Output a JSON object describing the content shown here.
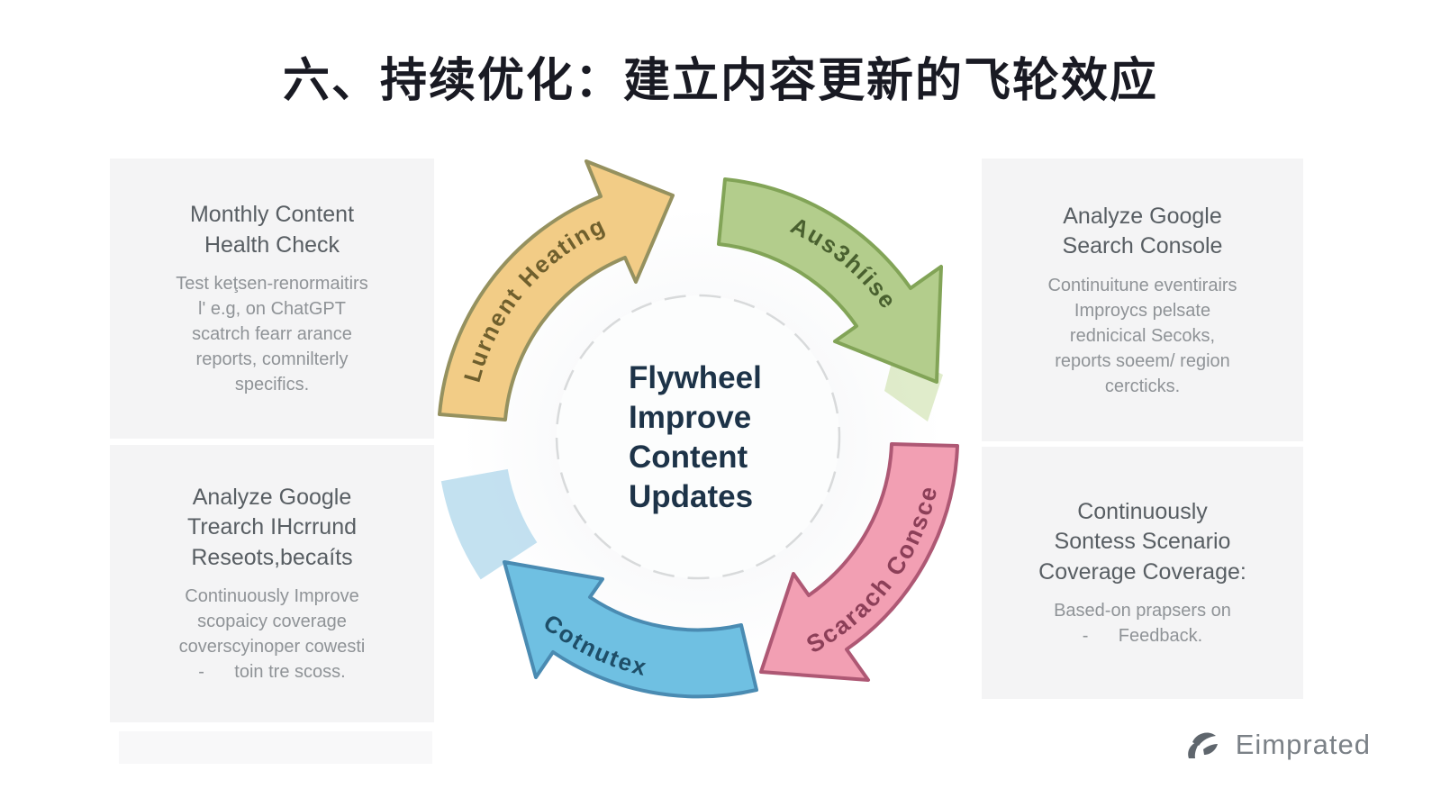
{
  "title": "六、持续优化：建立内容更新的飞轮效应",
  "center": {
    "label": "Flywheel\nImprove\nContent\nUpdates"
  },
  "panels": {
    "top_left": {
      "heading": "Monthly Content\nHealth Check",
      "body": "Test keţsen-renormaitirs\nl' e.g, on ChatGPT\nscatrch fearr arance\nreports, comnilterly\nspecifics."
    },
    "top_right": {
      "heading": "Analyze Google\nSearch Console",
      "body": "Continuitune eventirairs\nImproycs pelsate\nrednicical Secoks,\nreports soeem/ region\ncercticks."
    },
    "bottom_left": {
      "heading": "Analyze Google\nTrearch IHcrrund\nReseots,becaíts",
      "body": "Continuously Improve\nscopaicy coverage\ncoverscyinoper cowesti\n-      toin tre scoss."
    },
    "bottom_right": {
      "heading": "Continuously\nSontess Scenario\nCoverage Coverage:",
      "body": "Based-on prapsers on\n-      Feedback."
    }
  },
  "arrows": [
    {
      "position": "top-left",
      "label": "Lurnent Heating",
      "fill": "#f2cc86",
      "stroke": "#95915f",
      "label_color": "#6f5f2d"
    },
    {
      "position": "top-right",
      "label": "Aus3híise",
      "fill": "#b3cd8c",
      "stroke": "#82a457",
      "label_color": "#49602f",
      "tail_fill": "#cbdfa9"
    },
    {
      "position": "right-bottom",
      "label": "Scarach Consce",
      "fill": "#f29fb3",
      "stroke": "#ae5874",
      "label_color": "#8c3f58"
    },
    {
      "position": "bottom-left",
      "label": "Cotnutex",
      "fill": "#6fc0e2",
      "stroke": "#4a8bb2",
      "label_color": "#1e4e68",
      "tail_fill": "#b9dcee"
    }
  ],
  "footer": {
    "brand": "Eimprated"
  },
  "colors": {
    "panel_bg": "#f4f4f5",
    "title_text": "#191a23",
    "center_text": "#1d3348",
    "panel_heading_text": "#585e63",
    "panel_body_text": "#8f9397",
    "brand_text": "#7b8187",
    "circle_fill": "#fcfdfd",
    "circle_border": "#d8dadb",
    "logo_mark": "#5f666d"
  }
}
